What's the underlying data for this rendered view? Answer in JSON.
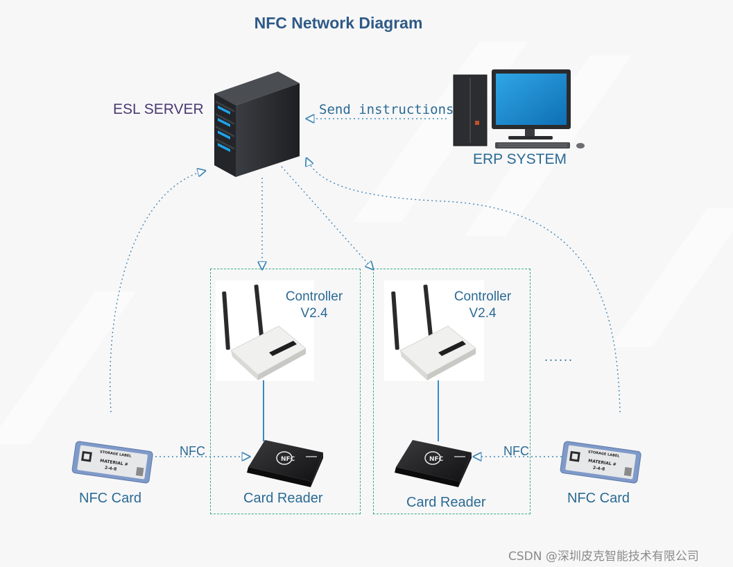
{
  "title": "NFC Network Diagram",
  "nodes": {
    "esl_server": {
      "label": "ESL SERVER",
      "icon": "server-tower-icon"
    },
    "erp_system": {
      "label": "ERP SYSTEM",
      "icon": "desktop-computer-icon"
    },
    "controller_1": {
      "label_line1": "Controller",
      "label_line2": "V2.4",
      "icon": "wifi-router-icon"
    },
    "controller_2": {
      "label_line1": "Controller",
      "label_line2": "V2.4",
      "icon": "wifi-router-icon"
    },
    "card_reader_1": {
      "label": "Card Reader",
      "icon": "nfc-card-reader-icon"
    },
    "card_reader_2": {
      "label": "Card Reader",
      "icon": "nfc-card-reader-icon"
    },
    "nfc_card_1": {
      "label": "NFC Card",
      "icon": "esl-tag-icon",
      "tag_text": {
        "header": "STORAGE LABEL",
        "line1": "MATERIAL #",
        "line2": "2-4-8"
      }
    },
    "nfc_card_2": {
      "label": "NFC Card",
      "icon": "esl-tag-icon",
      "tag_text": {
        "header": "STORAGE LABEL",
        "line1": "MATERIAL #",
        "line2": "2-4-8"
      }
    }
  },
  "edges": {
    "send_instructions": "Send instructions",
    "nfc_left": "NFC",
    "nfc_right": "NFC"
  },
  "more_indicator": "......",
  "watermark": "CSDN @深圳皮克智能技术有限公司",
  "colors": {
    "title": "#2e5a86",
    "label": "#2a6a93",
    "server_label": "#4a3a70",
    "dashed_edge": "#3f86b3",
    "group_border": "#3aa887",
    "solid_link": "#3a8ac0"
  }
}
